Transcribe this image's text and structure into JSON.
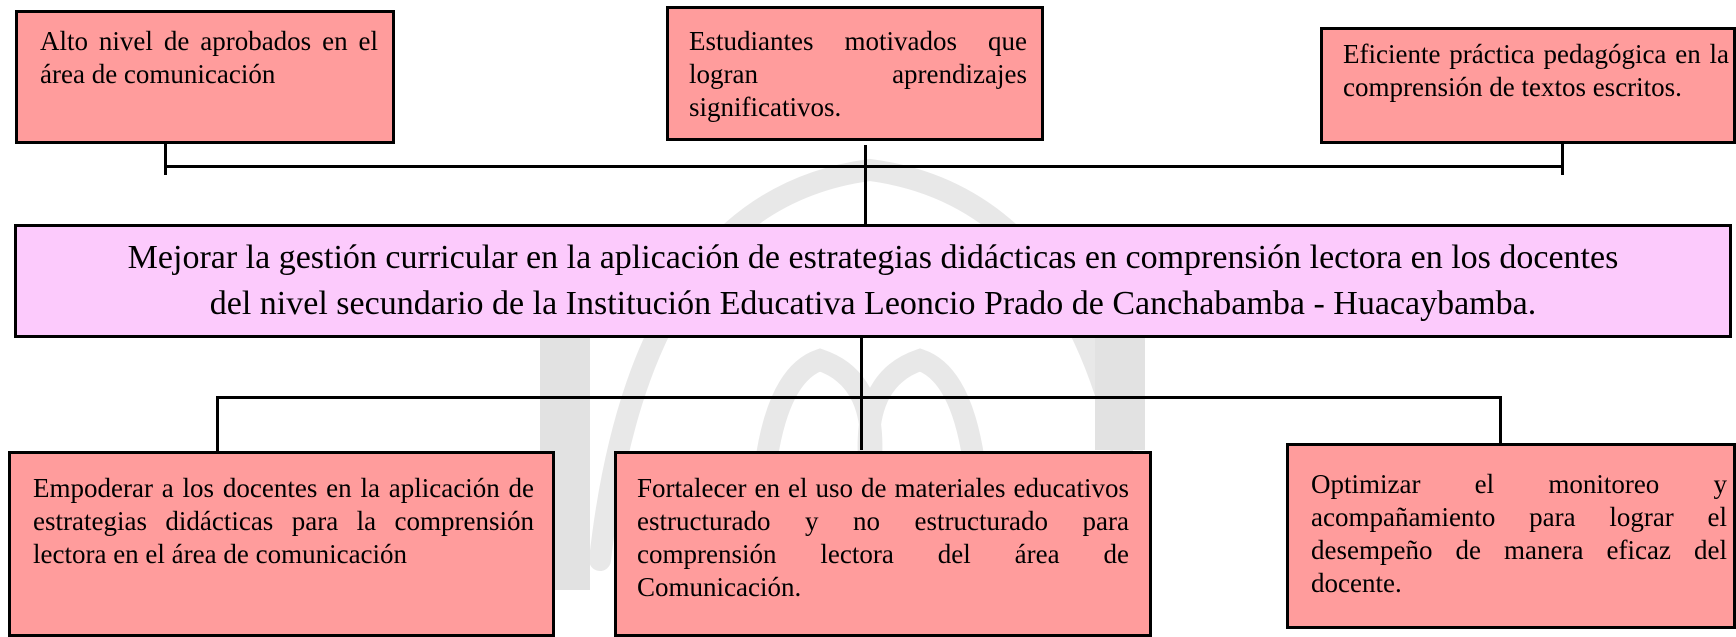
{
  "diagram": {
    "top_boxes": [
      {
        "text": "Alto nivel de aprobados en el área de comunicación"
      },
      {
        "text": "Estudiantes motivados que logran aprendizajes significativos."
      },
      {
        "text": "Eficiente práctica pedagógica en la comprensión de textos escritos."
      }
    ],
    "goal": {
      "line1": "Mejorar la gestión curricular en la aplicación de estrategias didácticas en comprensión lectora en los docentes",
      "line2": "del nivel secundario de la Institución Educativa Leoncio Prado de Canchabamba -  Huacaybamba."
    },
    "bottom_boxes": [
      {
        "text": "Empoderar a los docentes en la aplicación de  estrategias didácticas para la comprensión lectora en el área de comunicación"
      },
      {
        "text": "Fortalecer en el uso de materiales educativos estructurado y no estructurado para comprensión lectora del área de Comunicación."
      },
      {
        "text": "Optimizar el monitoreo y acompañamiento para lograr el desempeño de manera eficaz del docente."
      }
    ],
    "colors": {
      "box_fill": "#ff9c9c",
      "goal_fill": "#fccafc",
      "lines": "#000000",
      "watermark": "#e6e6e6"
    }
  }
}
